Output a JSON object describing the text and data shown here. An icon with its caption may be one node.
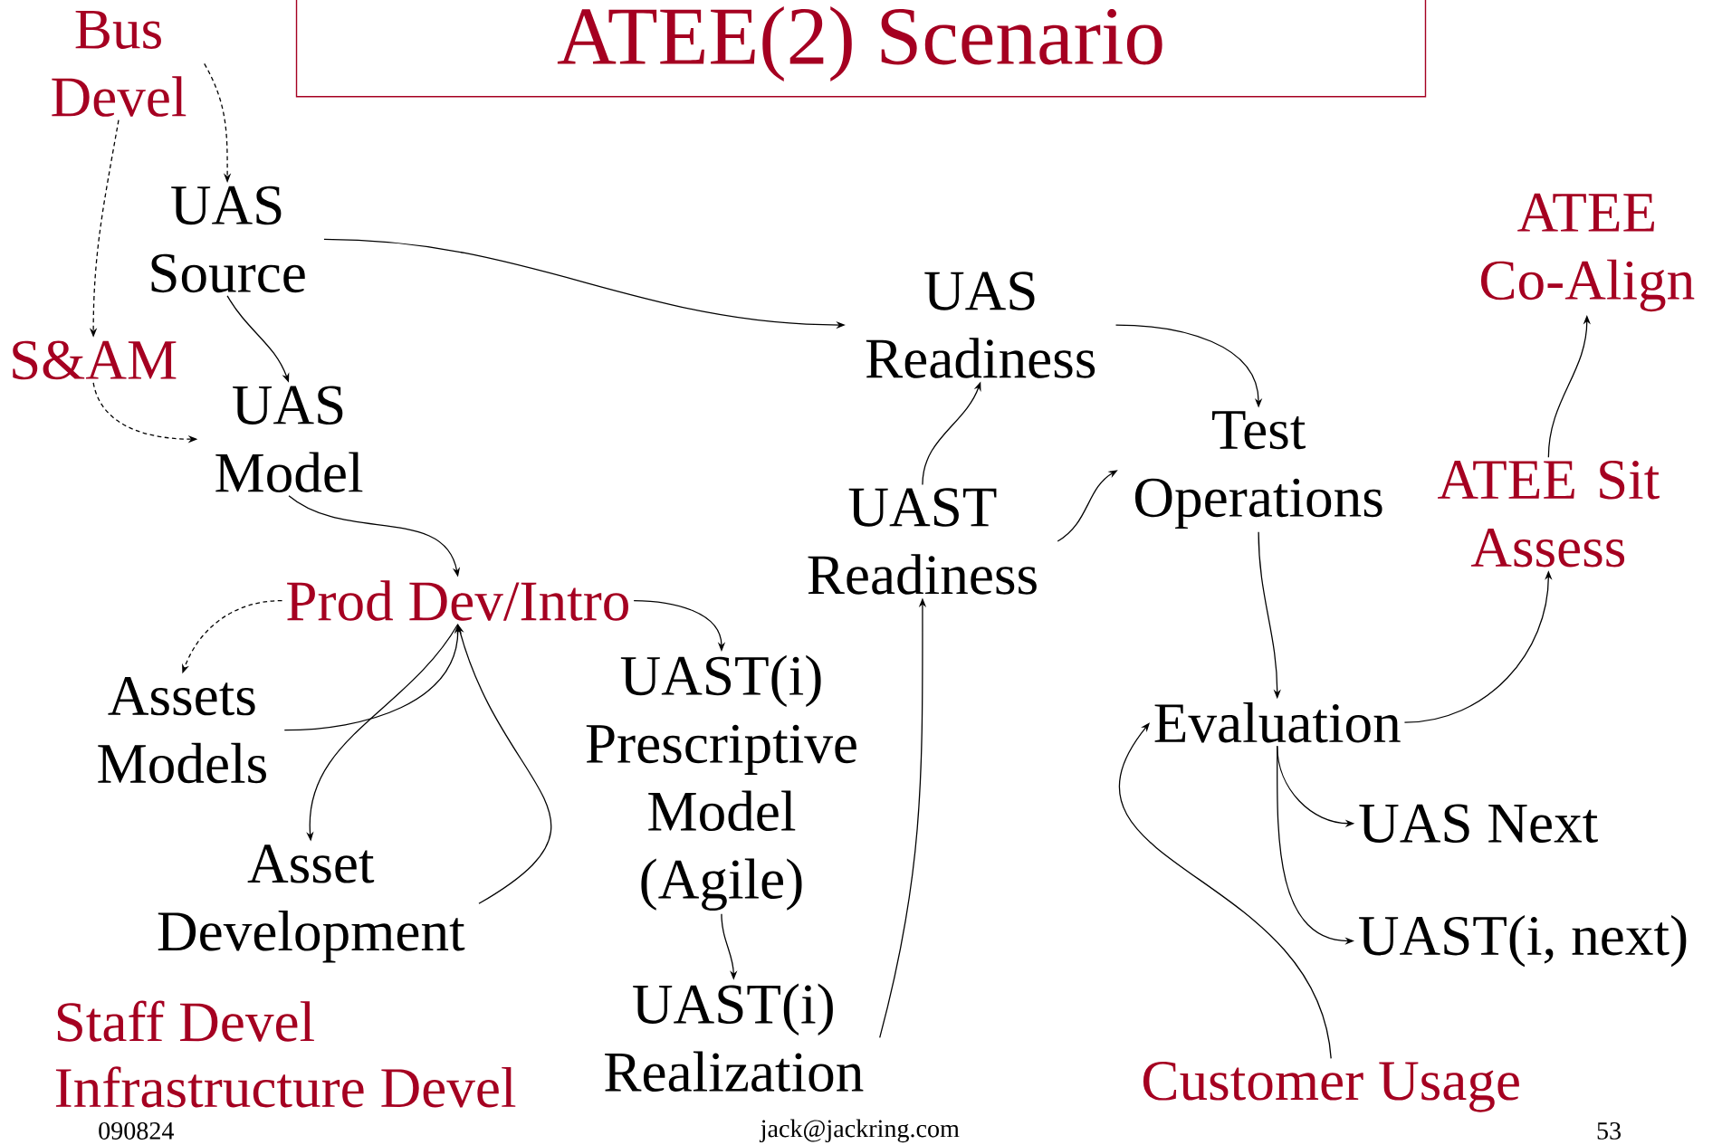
{
  "diagram": {
    "title": "ATEE(2) Scenario",
    "nodes": [
      {
        "text": [
          "Bus Devel"
        ]
      },
      {
        "text": [
          "UAS Source"
        ]
      },
      {
        "text": [
          "S&AM"
        ]
      },
      {
        "text": [
          "UAS Model"
        ]
      },
      {
        "text": [
          "UAS Readiness"
        ]
      },
      {
        "text": [
          "ATEE Co-Align"
        ]
      },
      {
        "text": [
          "Test Operations"
        ]
      },
      {
        "text": [
          "UAST Readiness"
        ]
      },
      {
        "text": [
          "ATEE Sit Assess"
        ]
      },
      {
        "text": [
          "Prod Dev/Intro"
        ]
      },
      {
        "text": [
          "Assets Models"
        ]
      },
      {
        "text": [
          "UAST(i) Prescriptive Model (Agile)"
        ]
      },
      {
        "text": [
          "Evaluation"
        ]
      },
      {
        "text": [
          "Asset Development"
        ]
      },
      {
        "text": [
          "UAS Next"
        ]
      },
      {
        "text": [
          "UAST(i, next)"
        ]
      },
      {
        "text": [
          "UAST(i) Realization"
        ]
      },
      {
        "text": [
          "Customer Usage"
        ]
      }
    ],
    "edges": [
      {
        "from": 0,
        "to": 1,
        "arrow": "to",
        "style": "dashed"
      },
      {
        "from": 0,
        "to": 2,
        "arrow": "to",
        "style": "dashed"
      },
      {
        "from": 1,
        "to": 3,
        "arrow": "to"
      },
      {
        "from": 1,
        "to": 4,
        "arrow": "to"
      },
      {
        "from": 2,
        "to": 3,
        "arrow": "to",
        "style": "dashed"
      },
      {
        "from": 3,
        "to": 9,
        "arrow": "to"
      },
      {
        "from": 9,
        "to": 10,
        "arrow": "to",
        "style": "dashed"
      },
      {
        "from": 9,
        "to": 11,
        "arrow": "to"
      },
      {
        "from": 10,
        "to": 9,
        "arrow": "to"
      },
      {
        "from": 9,
        "to": 13,
        "arrow": "to"
      },
      {
        "from": 13,
        "to": 9,
        "arrow": "to"
      },
      {
        "from": 11,
        "to": 16,
        "arrow": "to"
      },
      {
        "from": 16,
        "to": 7,
        "arrow": "to"
      },
      {
        "from": 7,
        "to": 4,
        "arrow": "to"
      },
      {
        "from": 7,
        "to": 6,
        "arrow": "to"
      },
      {
        "from": 4,
        "to": 6,
        "arrow": "to"
      },
      {
        "from": 6,
        "to": 12,
        "arrow": "to"
      },
      {
        "from": 12,
        "to": 8,
        "arrow": "to"
      },
      {
        "from": 8,
        "to": 5,
        "arrow": "to"
      },
      {
        "from": 12,
        "to": 14,
        "arrow": "to"
      },
      {
        "from": 12,
        "to": 15,
        "arrow": "to"
      },
      {
        "from": 17,
        "to": 12,
        "arrow": "to"
      }
    ],
    "labels": [
      "Staff Devel",
      "Infrastructure Devel",
      "090824",
      "jack@jackring.com",
      "53"
    ]
  }
}
